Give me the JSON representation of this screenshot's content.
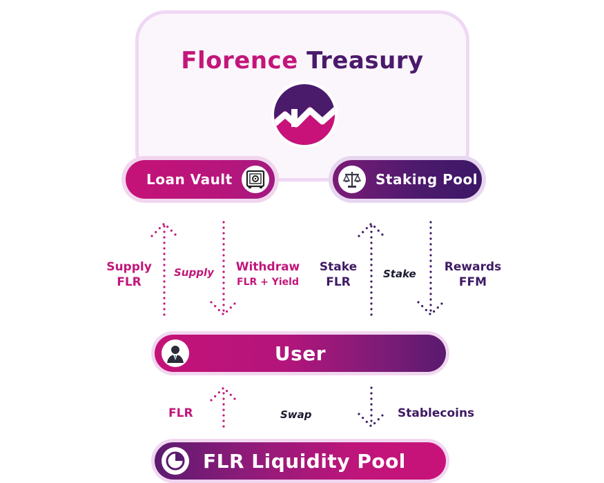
{
  "treasury": {
    "title_word1": "Florence",
    "title_word2": "Treasury",
    "logo_icon": "florence-logo-icon"
  },
  "loan_vault": {
    "label": "Loan Vault",
    "icon": "vault-safe-icon"
  },
  "staking_pool": {
    "label": "Staking Pool",
    "icon": "balance-scale-icon"
  },
  "user": {
    "label": "User",
    "icon": "user-avatar-icon"
  },
  "liquidity_pool": {
    "label": "FLR Liquidity Pool",
    "icon": "pie-chart-icon"
  },
  "flows_top": {
    "supply_left": {
      "line1": "Supply",
      "line2": "FLR"
    },
    "supply_middle": "Supply",
    "withdraw": {
      "line1": "Withdraw",
      "line2": "FLR + Yield"
    },
    "stake_left": {
      "line1": "Stake",
      "line2": "FLR"
    },
    "stake_middle": "Stake",
    "rewards": {
      "line1": "Rewards",
      "line2": "FFM"
    }
  },
  "flows_bottom": {
    "flr": "FLR",
    "swap": "Swap",
    "stablecoins": "Stablecoins"
  },
  "colors": {
    "pink": "#c2167a",
    "purple": "#3e1a64",
    "card_border": "#efd8f4",
    "card_fill": "#fbf6fc"
  }
}
